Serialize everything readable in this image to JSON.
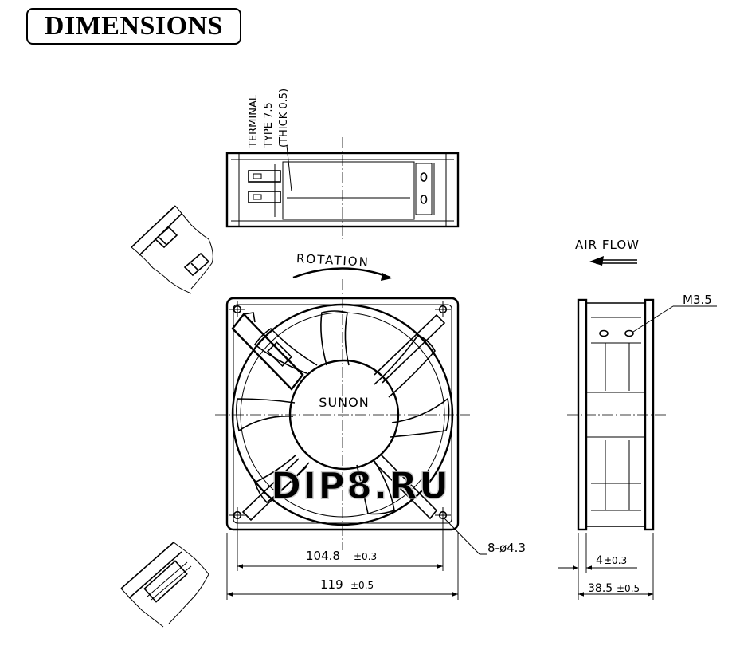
{
  "title": "DIMENSIONS",
  "labels": {
    "terminal": "TERMINAL",
    "terminal_type": "TYPE 7.5",
    "terminal_thick": "(THICK 0.5)",
    "rotation": "ROTATION",
    "air_flow": "AIR FLOW",
    "brand": "SUNON",
    "screw": "M3.5",
    "holes": "8-ø4.3",
    "watermark": "DIP8.RU"
  },
  "dimensions": {
    "hole_spacing": {
      "value": "104.8",
      "tol": "±0.3"
    },
    "frame_width": {
      "value": "119",
      "tol": "±0.5"
    },
    "flange": {
      "value": "4",
      "tol": "±0.3"
    },
    "depth": {
      "value": "38.5",
      "tol": "±0.5"
    }
  }
}
